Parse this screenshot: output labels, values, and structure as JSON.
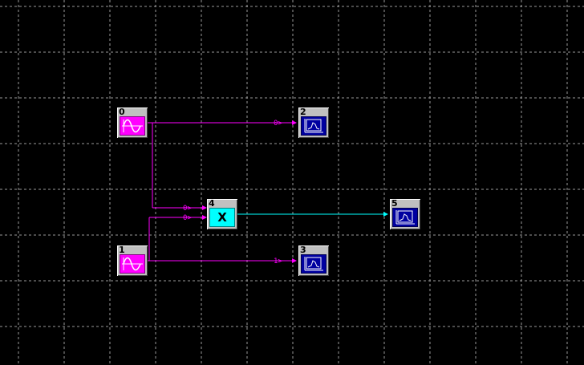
{
  "colors": {
    "background": "#000000",
    "grid": "#9a9a9a",
    "wire_magenta": "#ff00ff",
    "wire_cyan": "#00ffff",
    "block_body": "#c0c0c0",
    "generator_face": "#ff00ff",
    "scope_face": "#0000a0",
    "multiplier_face": "#00ffff"
  },
  "blocks": [
    {
      "id": "0",
      "type": "generator",
      "icon": "sine-wave-icon"
    },
    {
      "id": "1",
      "type": "generator",
      "icon": "sine-wave-icon"
    },
    {
      "id": "2",
      "type": "scope",
      "icon": "scope-plot-icon"
    },
    {
      "id": "3",
      "type": "scope",
      "icon": "scope-plot-icon"
    },
    {
      "id": "4",
      "type": "multiplier",
      "label": "X"
    },
    {
      "id": "5",
      "type": "scope",
      "icon": "scope-plot-icon"
    }
  ],
  "port_labels": {
    "to_scope_2": "0>",
    "to_mult_in0": "0>",
    "to_mult_in1": "0>",
    "to_scope_3": "1>"
  }
}
